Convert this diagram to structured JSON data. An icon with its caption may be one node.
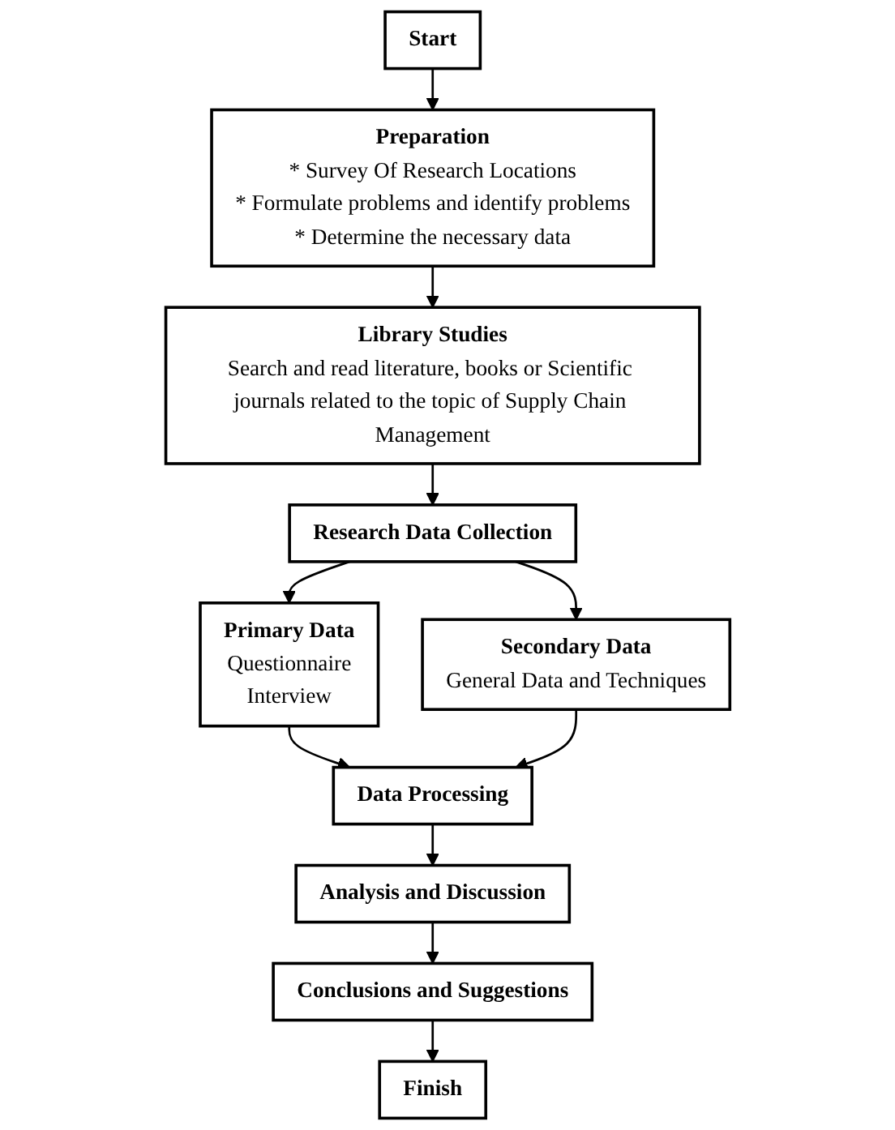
{
  "diagram": {
    "nodes": [
      {
        "text": [
          "Start"
        ]
      },
      {
        "text": [
          "Preparation",
          "* Survey Of Research Locations",
          "* Formulate problems and identify problems",
          "* Determine the necessary data"
        ]
      },
      {
        "text": [
          "Library Studies",
          "Search and read literature, books or Scientific journals related to the topic of Supply Chain Management"
        ]
      },
      {
        "text": [
          "Research Data Collection"
        ]
      },
      {
        "text": [
          "Primary Data",
          "Questionnaire",
          "Interview"
        ]
      },
      {
        "text": [
          "Secondary Data",
          "General Data and Techniques"
        ]
      },
      {
        "text": [
          "Data Processing"
        ]
      },
      {
        "text": [
          "Analysis and Discussion"
        ]
      },
      {
        "text": [
          "Conclusions and Suggestions"
        ]
      },
      {
        "text": [
          "Finish"
        ]
      }
    ],
    "edges": [
      {
        "from": 0,
        "to": 1,
        "arrow": "to"
      },
      {
        "from": 1,
        "to": 2,
        "arrow": "to"
      },
      {
        "from": 2,
        "to": 3,
        "arrow": "to"
      },
      {
        "from": 3,
        "to": 4,
        "arrow": "to"
      },
      {
        "from": 3,
        "to": 5,
        "arrow": "to"
      },
      {
        "from": 4,
        "to": 6,
        "arrow": "to"
      },
      {
        "from": 5,
        "to": 6,
        "arrow": "to"
      },
      {
        "from": 6,
        "to": 7,
        "arrow": "to"
      },
      {
        "from": 7,
        "to": 8,
        "arrow": "to"
      },
      {
        "from": 8,
        "to": 9,
        "arrow": "to"
      }
    ]
  }
}
